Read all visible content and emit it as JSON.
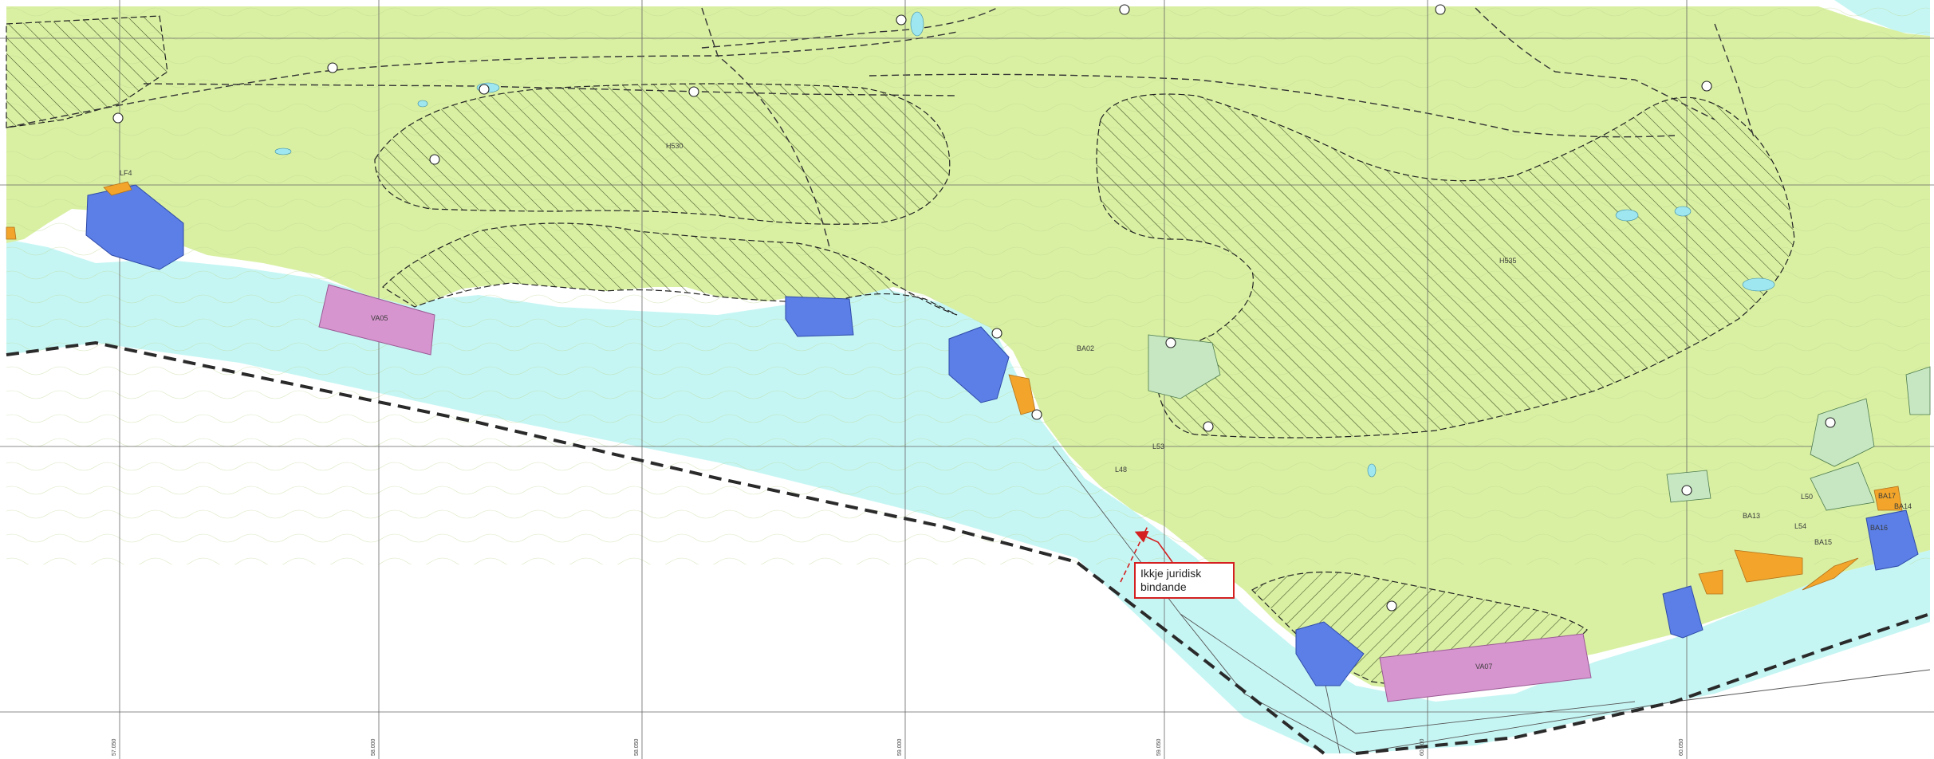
{
  "annotation": {
    "line1": "Ikkje juridisk",
    "line2": "bindande"
  },
  "zone_labels": {
    "hs30": "H530",
    "hs35": "H535",
    "va05": "VA05",
    "va07": "VA07",
    "l50": "L50",
    "l54": "L54",
    "ba13": "BA13",
    "ba14": "BA14",
    "ba15": "BA15",
    "ba17": "BA17",
    "ba16": "BA16",
    "ba02": "BA02",
    "lf4": "LF4",
    "l53": "L53",
    "l48": "L48"
  },
  "grid_labels": [
    "57.050",
    "58.000",
    "58.050",
    "59.000",
    "59.050",
    "60.000",
    "60.050"
  ],
  "colors": {
    "land": "#d9f0a3",
    "sea": "#c6f6f4",
    "hatch": "#3c4a20",
    "blue_zone": "#5b7fe6",
    "pink_zone": "#d795cf",
    "orange_zone": "#f2a52a",
    "light_zone": "#c7e6c2",
    "annotation_red": "#d42020"
  }
}
